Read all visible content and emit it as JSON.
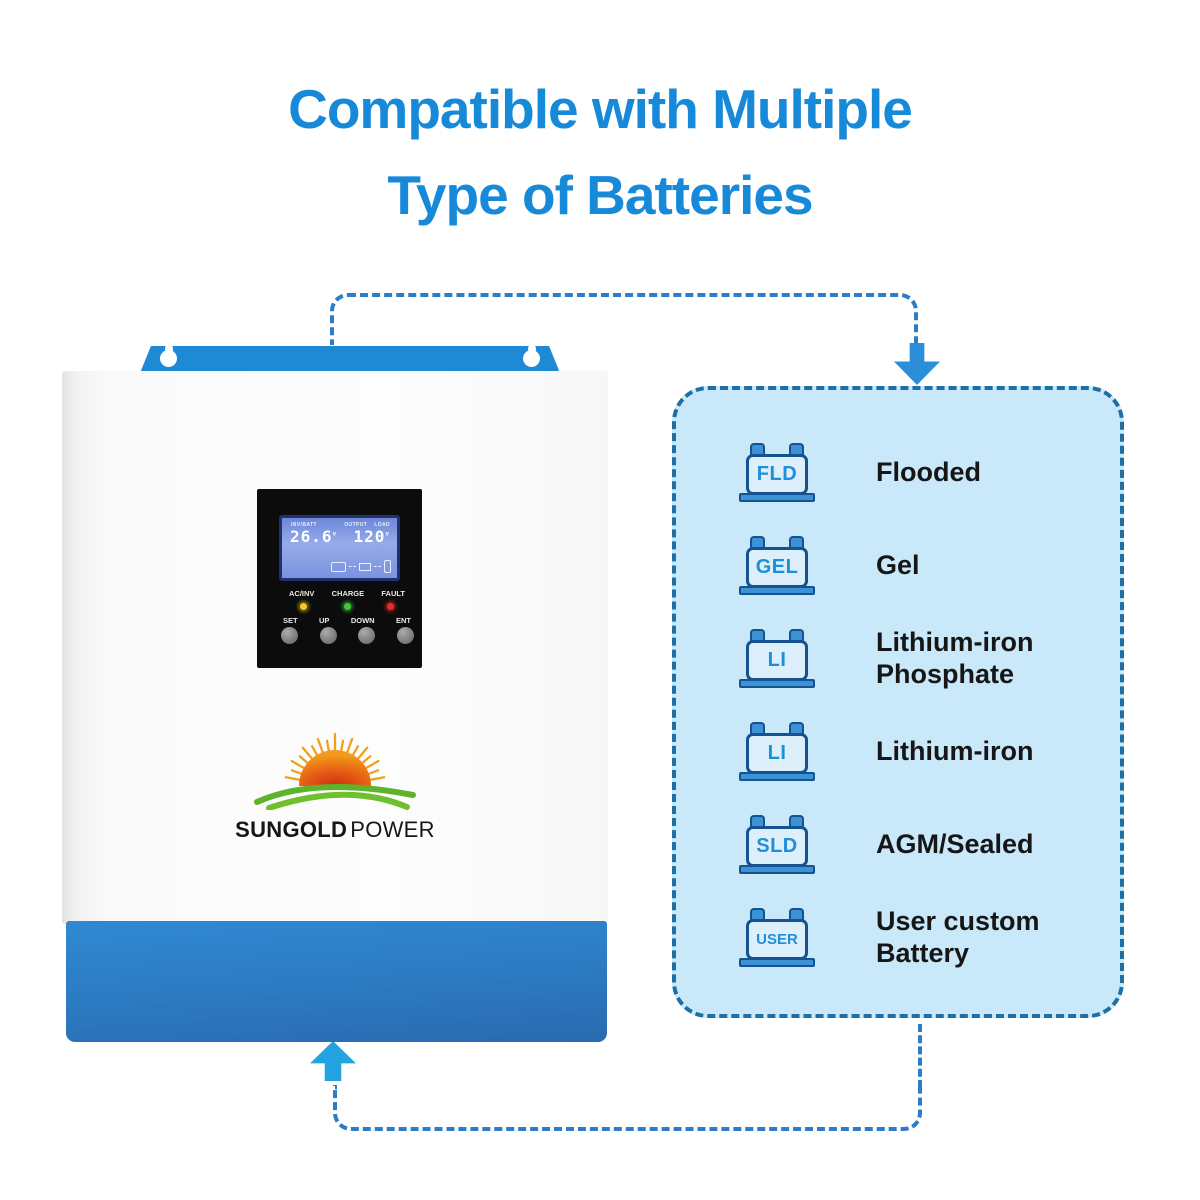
{
  "title": {
    "line1": "Compatible with Multiple",
    "line2": "Type of Batteries"
  },
  "colors": {
    "title": "#1689d9",
    "dash": "#2b7cc9",
    "panel_bg": "#c9e8f9",
    "panel_border": "#1d6fa6",
    "arrow_down": "#2a8fd8",
    "arrow_up": "#23a3e0",
    "bracket": "#1e8ad5",
    "band": "#2c7cc4",
    "icon_outline": "#14538f",
    "icon_fill": "#dceffb",
    "icon_accent": "#3c92d4",
    "icon_text": "#1e8fd9",
    "led_yellow": "#f2cf1d",
    "led_green": "#3fc93a",
    "led_red": "#e23030"
  },
  "inverter": {
    "brand": {
      "bold": "SUNGOLD",
      "light": "POWER"
    },
    "lcd": {
      "batt_label": "INV/BATT",
      "batt_value": "26.6",
      "batt_unit": "v",
      "output_label": "OUTPUT",
      "load_label": "LOAD",
      "output_value": "120",
      "output_unit": "v"
    },
    "leds": [
      "AC/INV",
      "CHARGE",
      "FAULT"
    ],
    "buttons": [
      "SET",
      "UP",
      "DOWN",
      "ENT"
    ]
  },
  "panel": {
    "items": [
      {
        "code": "FLD",
        "label": "Flooded"
      },
      {
        "code": "GEL",
        "label": "Gel"
      },
      {
        "code": "LI",
        "label": "Lithium-iron Phosphate"
      },
      {
        "code": "LI",
        "label": "Lithium-iron"
      },
      {
        "code": "SLD",
        "label": "AGM/Sealed"
      },
      {
        "code": "USER",
        "label": "User custom Battery"
      }
    ]
  }
}
